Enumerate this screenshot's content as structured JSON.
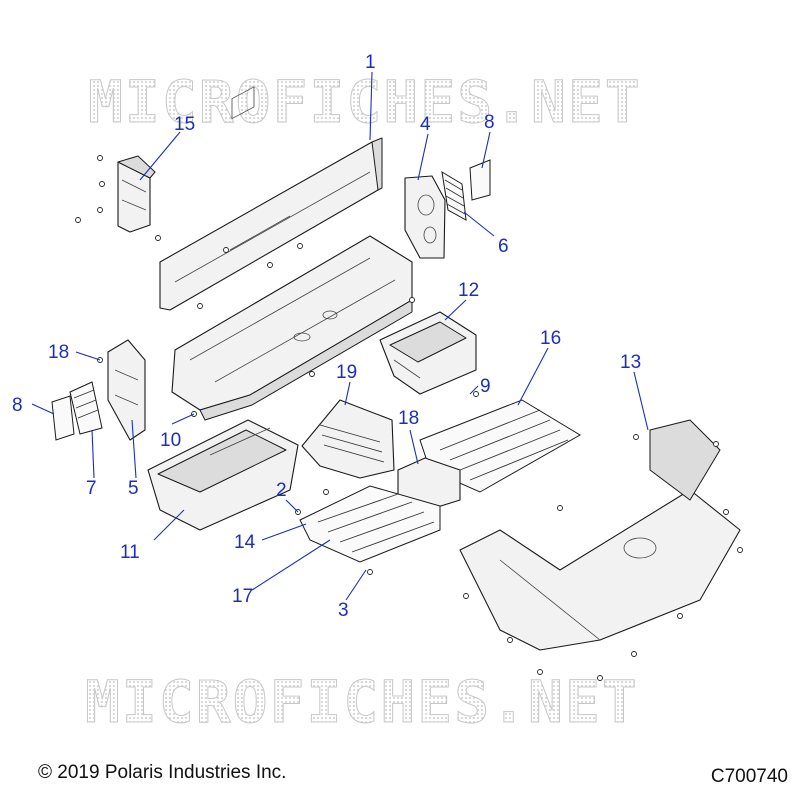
{
  "watermark": {
    "text": "MICROFICHES.NET"
  },
  "callouts": [
    {
      "id": "1",
      "label": "1"
    },
    {
      "id": "2",
      "label": "2"
    },
    {
      "id": "3",
      "label": "3"
    },
    {
      "id": "4",
      "label": "4"
    },
    {
      "id": "5",
      "label": "5"
    },
    {
      "id": "6",
      "label": "6"
    },
    {
      "id": "7",
      "label": "7"
    },
    {
      "id": "8a",
      "label": "8"
    },
    {
      "id": "8b",
      "label": "8"
    },
    {
      "id": "9",
      "label": "9"
    },
    {
      "id": "10",
      "label": "10"
    },
    {
      "id": "11",
      "label": "11"
    },
    {
      "id": "12",
      "label": "12"
    },
    {
      "id": "13",
      "label": "13"
    },
    {
      "id": "14",
      "label": "14"
    },
    {
      "id": "15",
      "label": "15"
    },
    {
      "id": "16",
      "label": "16"
    },
    {
      "id": "17",
      "label": "17"
    },
    {
      "id": "18a",
      "label": "18"
    },
    {
      "id": "18b",
      "label": "18"
    },
    {
      "id": "19",
      "label": "19"
    }
  ],
  "footer": {
    "copyright": "© 2019 Polaris Industries Inc.",
    "figure_code": "C700740"
  },
  "colors": {
    "callout": "#1a2fbf",
    "line": "#1a1a1a",
    "watermark": "#c8c8c8"
  }
}
